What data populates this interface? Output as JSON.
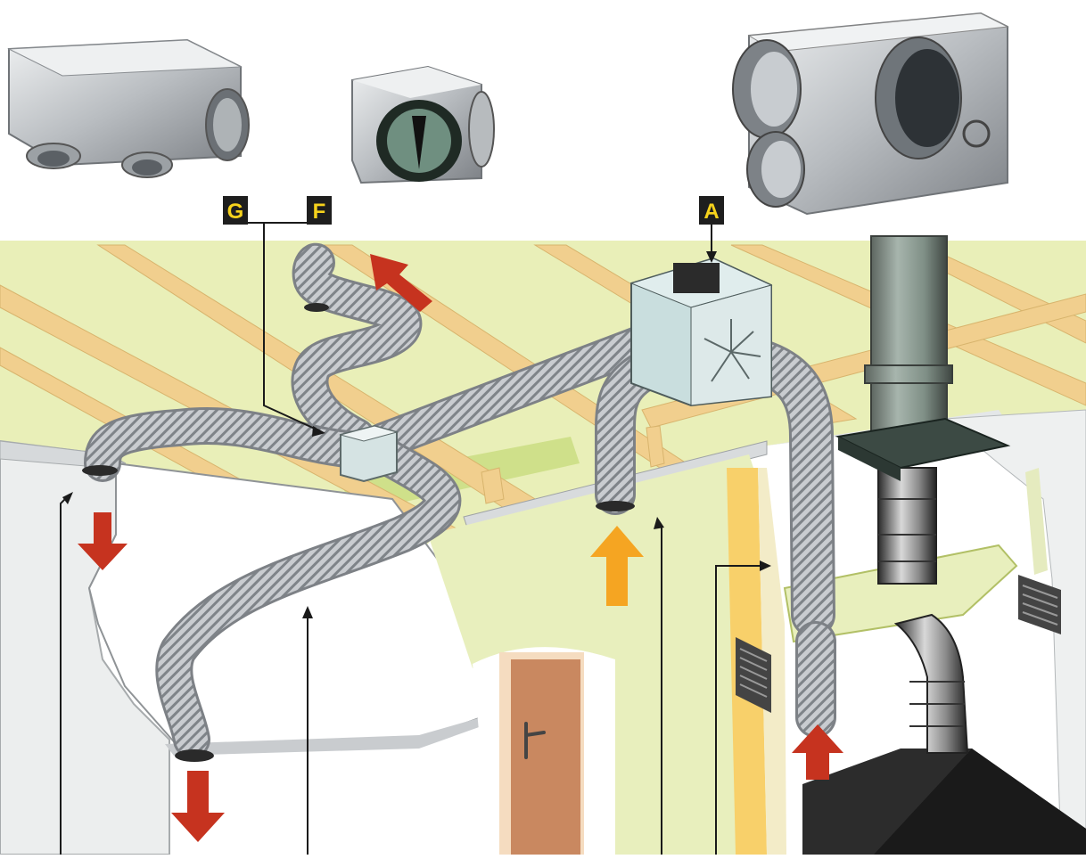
{
  "labels": {
    "g": "G",
    "f": "F",
    "a": "A"
  },
  "colors": {
    "label_bg": "#1e1e1e",
    "label_text": "#f6d21c",
    "attic_fill": "#e9efb8",
    "joist": "#f1cf8e",
    "duct_light": "#d2d5d8",
    "duct_dark": "#7b7f84",
    "arrow_red": "#c6331f",
    "arrow_orange": "#f5a522",
    "wall_orange": "#f8d06a",
    "door": "#c98860",
    "hood": "#2c2c2c",
    "flue": "#7d8f83",
    "leader_line": "#1a1a1a"
  }
}
